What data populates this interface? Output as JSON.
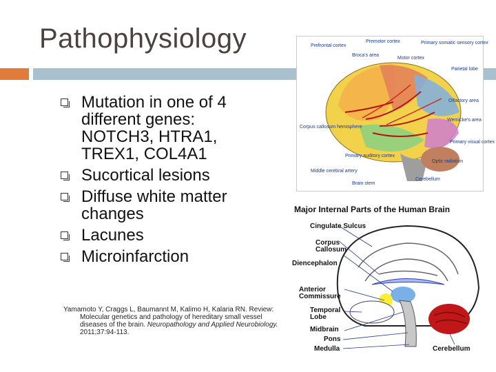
{
  "slide": {
    "title": "Pathophysiology",
    "bullets": [
      "Mutation in one of 4 different genes: NOTCH3, HTRA1, TREX1, COL4A1",
      "Sucortical lesions",
      "Diffuse white matter changes",
      "Lacunes",
      "Microinfarction"
    ],
    "reference": {
      "line1": "Yamamoto Y, Craggs L, Baumannt M, Kalimo H, Kalaria RN. Review:",
      "line2": "Molecular genetics and pathology of hereditary small vessel diseases of the brain.",
      "journal": "Neuropathology and Applied Neurobiology.",
      "tail": "2011;37:94-113."
    },
    "colors": {
      "accent_orange": "#e07b39",
      "accent_blue": "#a9c0cf",
      "title_color": "#4a4140"
    }
  },
  "figure1": {
    "labels": {
      "prefrontal": "Prefrontal cortex",
      "premotor": "Premotor cortex",
      "primary_somatic": "Primary somatic sensory cortex",
      "brocas": "Broca's area",
      "motor": "Motor cortex",
      "parietal": "Parietal lobe",
      "olfactory": "Olfactory area",
      "wernickes": "Wernicke's area",
      "corpus_callosum": "Corpus callosum hemisphere",
      "primary_visual": "Primary visual cortex",
      "primary_auditory": "Primary auditory cortex",
      "optic": "Optic radiation",
      "middle_cerebral": "Middle cerebral artery",
      "brainstem": "Brain stem",
      "cerebellum": "Cerebellum"
    }
  },
  "figure2": {
    "title": "Major Internal Parts of the Human Brain",
    "labels": {
      "cingulate": "Cingulate Sulcus",
      "corpus": "Corpus Callosum",
      "diencephalon": "Diencephalon",
      "anterior": "Anterior Commissure",
      "temporal": "Temporal Lobe",
      "midbrain": "Midbrain",
      "pons": "Pons",
      "medulla": "Medulla",
      "cerebellum": "Cerebellum"
    }
  }
}
